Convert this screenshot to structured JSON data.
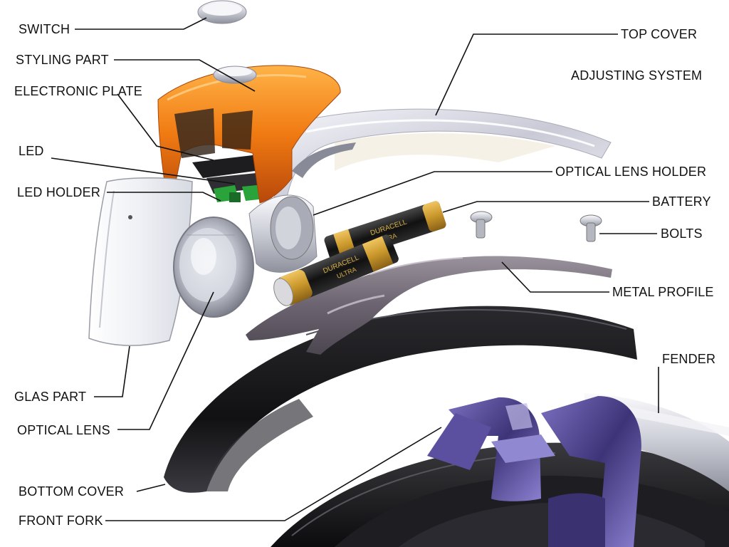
{
  "labels": {
    "switch": "SWITCH",
    "styling_part": "STYLING PART",
    "electronic_plate": "ELECTRONIC PLATE",
    "led": "LED",
    "led_holder": "LED HOLDER",
    "glas_part": "GLAS PART",
    "optical_lens": "OPTICAL LENS",
    "bottom_cover": "BOTTOM COVER",
    "front_fork": "FRONT FORK",
    "top_cover": "TOP COVER",
    "adjusting_system": "ADJUSTING SYSTEM",
    "optical_lens_holder": "OPTICAL LENS HOLDER",
    "battery": "BATTERY",
    "bolts": "BOLTS",
    "metal_profile": "METAL PROFILE",
    "fender": "FENDER"
  },
  "battery_print": {
    "brand": "DURACELL",
    "line": "ULTRA"
  },
  "colors": {
    "styling_part": "#f07a12",
    "fork": "#4a3f8a",
    "wheel": "#1a1a1a",
    "fender": "#151515",
    "battery_band": "#c8962a",
    "metal_profile": "#6b6470"
  }
}
